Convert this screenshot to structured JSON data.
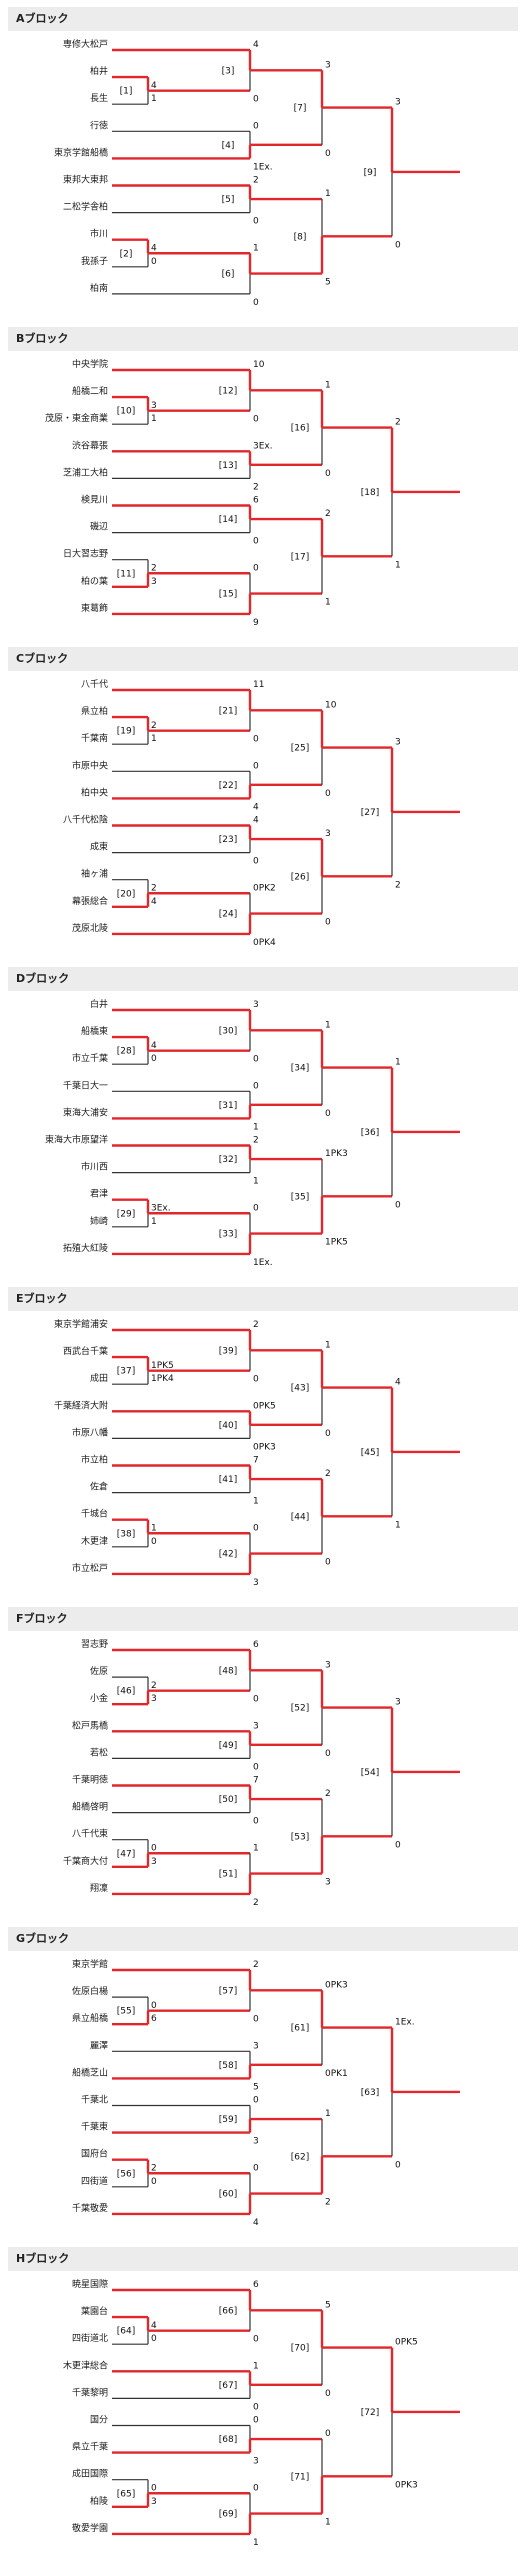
{
  "blocks": [
    {
      "title": "Aブロック",
      "teams": [
        "専修大松戸",
        "柏井",
        "長生",
        "行徳",
        "東京学館船橋",
        "東邦大東邦",
        "二松学舎柏",
        "市川",
        "我孫子",
        "柏南"
      ],
      "m_low": {
        "no": "[1]",
        "a": 4,
        "b": 1,
        "win": "a"
      },
      "m_high": {
        "no": "[2]",
        "a": 4,
        "b": 0,
        "win": "a"
      },
      "r2": [
        {
          "no": "[3]",
          "a": "4",
          "b": "0",
          "win": "a"
        },
        {
          "no": "[4]",
          "a": "0",
          "b": "1Ex.",
          "win": "b"
        },
        {
          "no": "[5]",
          "a": "2",
          "b": "0",
          "win": "a"
        },
        {
          "no": "[6]",
          "a": "1",
          "b": "0",
          "win": "a"
        }
      ],
      "r3": [
        {
          "no": "[7]",
          "a": "3",
          "b": "0",
          "win": "a"
        },
        {
          "no": "[8]",
          "a": "1",
          "b": "5",
          "win": "b"
        }
      ],
      "final": {
        "no": "[9]",
        "a": "3",
        "b": "0",
        "win": "a"
      }
    },
    {
      "title": "Bブロック",
      "teams": [
        "中央学院",
        "船橋二和",
        "茂原・東金商業",
        "渋谷幕張",
        "芝浦工大柏",
        "検見川",
        "磯辺",
        "日大習志野",
        "柏の葉",
        "東葛飾"
      ],
      "m_low": {
        "no": "[10]",
        "a": 3,
        "b": 1,
        "win": "a"
      },
      "m_high": {
        "no": "[11]",
        "a": 2,
        "b": 3,
        "win": "b"
      },
      "r2": [
        {
          "no": "[12]",
          "a": "10",
          "b": "0",
          "win": "a"
        },
        {
          "no": "[13]",
          "a": "3Ex.",
          "b": "2",
          "win": "a"
        },
        {
          "no": "[14]",
          "a": "6",
          "b": "0",
          "win": "a"
        },
        {
          "no": "[15]",
          "a": "0",
          "b": "9",
          "win": "b"
        }
      ],
      "r3": [
        {
          "no": "[16]",
          "a": "1",
          "b": "0",
          "win": "a"
        },
        {
          "no": "[17]",
          "a": "2",
          "b": "1",
          "win": "a"
        }
      ],
      "final": {
        "no": "[18]",
        "a": "2",
        "b": "1",
        "win": "a"
      }
    },
    {
      "title": "Cブロック",
      "teams": [
        "八千代",
        "県立柏",
        "千葉南",
        "市原中央",
        "柏中央",
        "八千代松陰",
        "成東",
        "袖ヶ浦",
        "幕張総合",
        "茂原北陵"
      ],
      "m_low": {
        "no": "[19]",
        "a": 2,
        "b": 1,
        "win": "a"
      },
      "m_high": {
        "no": "[20]",
        "a": 2,
        "b": 4,
        "win": "b"
      },
      "r2": [
        {
          "no": "[21]",
          "a": "11",
          "b": "0",
          "win": "a"
        },
        {
          "no": "[22]",
          "a": "0",
          "b": "4",
          "win": "b"
        },
        {
          "no": "[23]",
          "a": "4",
          "b": "0",
          "win": "a"
        },
        {
          "no": "[24]",
          "a": "0PK2",
          "b": "0PK4",
          "win": "b"
        }
      ],
      "r3": [
        {
          "no": "[25]",
          "a": "10",
          "b": "0",
          "win": "a"
        },
        {
          "no": "[26]",
          "a": "3",
          "b": "0",
          "win": "a"
        }
      ],
      "final": {
        "no": "[27]",
        "a": "3",
        "b": "2",
        "win": "a"
      }
    },
    {
      "title": "Dブロック",
      "teams": [
        "白井",
        "船橋東",
        "市立千葉",
        "千葉日大一",
        "東海大浦安",
        "東海大市原望洋",
        "市川西",
        "君津",
        "姉崎",
        "拓殖大紅陵"
      ],
      "m_low": {
        "no": "[28]",
        "a": 4,
        "b": 0,
        "win": "a"
      },
      "m_high": {
        "no": "[29]",
        "a": "3Ex.",
        "b": 1,
        "win": "a"
      },
      "r2": [
        {
          "no": "[30]",
          "a": "3",
          "b": "0",
          "win": "a"
        },
        {
          "no": "[31]",
          "a": "0",
          "b": "1",
          "win": "b"
        },
        {
          "no": "[32]",
          "a": "2",
          "b": "1",
          "win": "a"
        },
        {
          "no": "[33]",
          "a": "0",
          "b": "1Ex.",
          "win": "b"
        }
      ],
      "r3": [
        {
          "no": "[34]",
          "a": "1",
          "b": "0",
          "win": "a"
        },
        {
          "no": "[35]",
          "a": "1PK3",
          "b": "1PK5",
          "win": "b"
        }
      ],
      "final": {
        "no": "[36]",
        "a": "1",
        "b": "0",
        "win": "a"
      }
    },
    {
      "title": "Eブロック",
      "teams": [
        "東京学館浦安",
        "西武台千葉",
        "成田",
        "千葉経済大附",
        "市原八幡",
        "市立柏",
        "佐倉",
        "千城台",
        "木更津",
        "市立松戸"
      ],
      "m_low": {
        "no": "[37]",
        "a": "1PK5",
        "b": "1PK4",
        "win": "a"
      },
      "m_high": {
        "no": "[38]",
        "a": 1,
        "b": 0,
        "win": "a"
      },
      "r2": [
        {
          "no": "[39]",
          "a": "2",
          "b": "0",
          "win": "a"
        },
        {
          "no": "[40]",
          "a": "0PK5",
          "b": "0PK3",
          "win": "a"
        },
        {
          "no": "[41]",
          "a": "7",
          "b": "1",
          "win": "a"
        },
        {
          "no": "[42]",
          "a": "0",
          "b": "3",
          "win": "b"
        }
      ],
      "r3": [
        {
          "no": "[43]",
          "a": "1",
          "b": "0",
          "win": "a"
        },
        {
          "no": "[44]",
          "a": "2",
          "b": "0",
          "win": "a"
        }
      ],
      "final": {
        "no": "[45]",
        "a": "4",
        "b": "1",
        "win": "a"
      }
    },
    {
      "title": "Fブロック",
      "teams": [
        "習志野",
        "佐原",
        "小金",
        "松戸馬橋",
        "若松",
        "千葉明徳",
        "船橋啓明",
        "八千代東",
        "千葉商大付",
        "翔凜"
      ],
      "m_low": {
        "no": "[46]",
        "a": 2,
        "b": 3,
        "win": "b"
      },
      "m_high": {
        "no": "[47]",
        "a": 0,
        "b": 3,
        "win": "b"
      },
      "r2": [
        {
          "no": "[48]",
          "a": "6",
          "b": "0",
          "win": "a"
        },
        {
          "no": "[49]",
          "a": "3",
          "b": "0",
          "win": "a"
        },
        {
          "no": "[50]",
          "a": "7",
          "b": "0",
          "win": "a"
        },
        {
          "no": "[51]",
          "a": "1",
          "b": "2",
          "win": "b"
        }
      ],
      "r3": [
        {
          "no": "[52]",
          "a": "3",
          "b": "0",
          "win": "a"
        },
        {
          "no": "[53]",
          "a": "2",
          "b": "3",
          "win": "b"
        }
      ],
      "final": {
        "no": "[54]",
        "a": "3",
        "b": "0",
        "win": "a"
      }
    },
    {
      "title": "Gブロック",
      "teams": [
        "東京学館",
        "佐原白楊",
        "県立船橋",
        "麗澤",
        "船橋芝山",
        "千葉北",
        "千葉東",
        "国府台",
        "四街道",
        "千葉敬愛"
      ],
      "m_low": {
        "no": "[55]",
        "a": 0,
        "b": 6,
        "win": "b"
      },
      "m_high": {
        "no": "[56]",
        "a": 2,
        "b": 0,
        "win": "a"
      },
      "r2": [
        {
          "no": "[57]",
          "a": "2",
          "b": "0",
          "win": "a"
        },
        {
          "no": "[58]",
          "a": "3",
          "b": "5",
          "win": "b"
        },
        {
          "no": "[59]",
          "a": "0",
          "b": "3",
          "win": "b"
        },
        {
          "no": "[60]",
          "a": "0",
          "b": "4",
          "win": "b"
        }
      ],
      "r3": [
        {
          "no": "[61]",
          "a": "0PK3",
          "b": "0PK1",
          "win": "a"
        },
        {
          "no": "[62]",
          "a": "1",
          "b": "2",
          "win": "b"
        }
      ],
      "final": {
        "no": "[63]",
        "a": "1Ex.",
        "b": "0",
        "win": "a"
      }
    },
    {
      "title": "Hブロック",
      "teams": [
        "暁星国際",
        "葉園台",
        "四街道北",
        "木更津総合",
        "千葉黎明",
        "国分",
        "県立千葉",
        "成田国際",
        "柏陵",
        "敬愛学園"
      ],
      "m_low": {
        "no": "[64]",
        "a": 4,
        "b": 0,
        "win": "a"
      },
      "m_high": {
        "no": "[65]",
        "a": 0,
        "b": 3,
        "win": "b"
      },
      "r2": [
        {
          "no": "[66]",
          "a": "6",
          "b": "0",
          "win": "a"
        },
        {
          "no": "[67]",
          "a": "1",
          "b": "0",
          "win": "a"
        },
        {
          "no": "[68]",
          "a": "0",
          "b": "3",
          "win": "b"
        },
        {
          "no": "[69]",
          "a": "0",
          "b": "1",
          "win": "b"
        }
      ],
      "r3": [
        {
          "no": "[70]",
          "a": "5",
          "b": "0",
          "win": "a"
        },
        {
          "no": "[71]",
          "a": "0",
          "b": "1",
          "win": "b"
        }
      ],
      "final": {
        "no": "[72]",
        "a": "0PK5",
        "b": "0PK3",
        "win": "a"
      }
    }
  ]
}
